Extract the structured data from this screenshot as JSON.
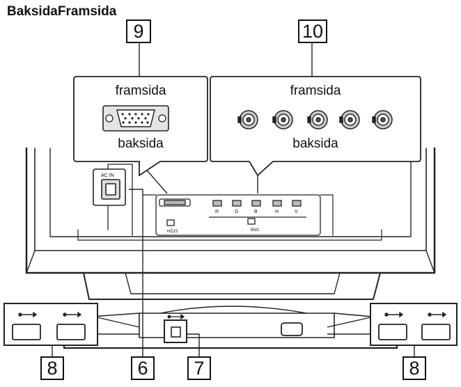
{
  "title": "BaksidaFramsida",
  "callouts": {
    "left": {
      "number": "9",
      "front_label": "framsida",
      "back_label": "baksida"
    },
    "right": {
      "number": "10",
      "front_label": "framsida",
      "back_label": "baksida"
    }
  },
  "bottom_numbers": {
    "usb_left": "8",
    "ac_in": "6",
    "usb_center": "7",
    "usb_right": "8"
  },
  "panel_labels": {
    "ac_in": "AC IN",
    "hd15": "HD15",
    "bnc_r": "R",
    "bnc_g": "G",
    "bnc_b": "B",
    "bnc_h": "H",
    "bnc_v": "V",
    "bnc_group": "BNC"
  },
  "icons": {
    "usb": "usb-icon",
    "vga_connector": "vga-connector-icon",
    "bnc_connector": "bnc-connector-icon"
  }
}
